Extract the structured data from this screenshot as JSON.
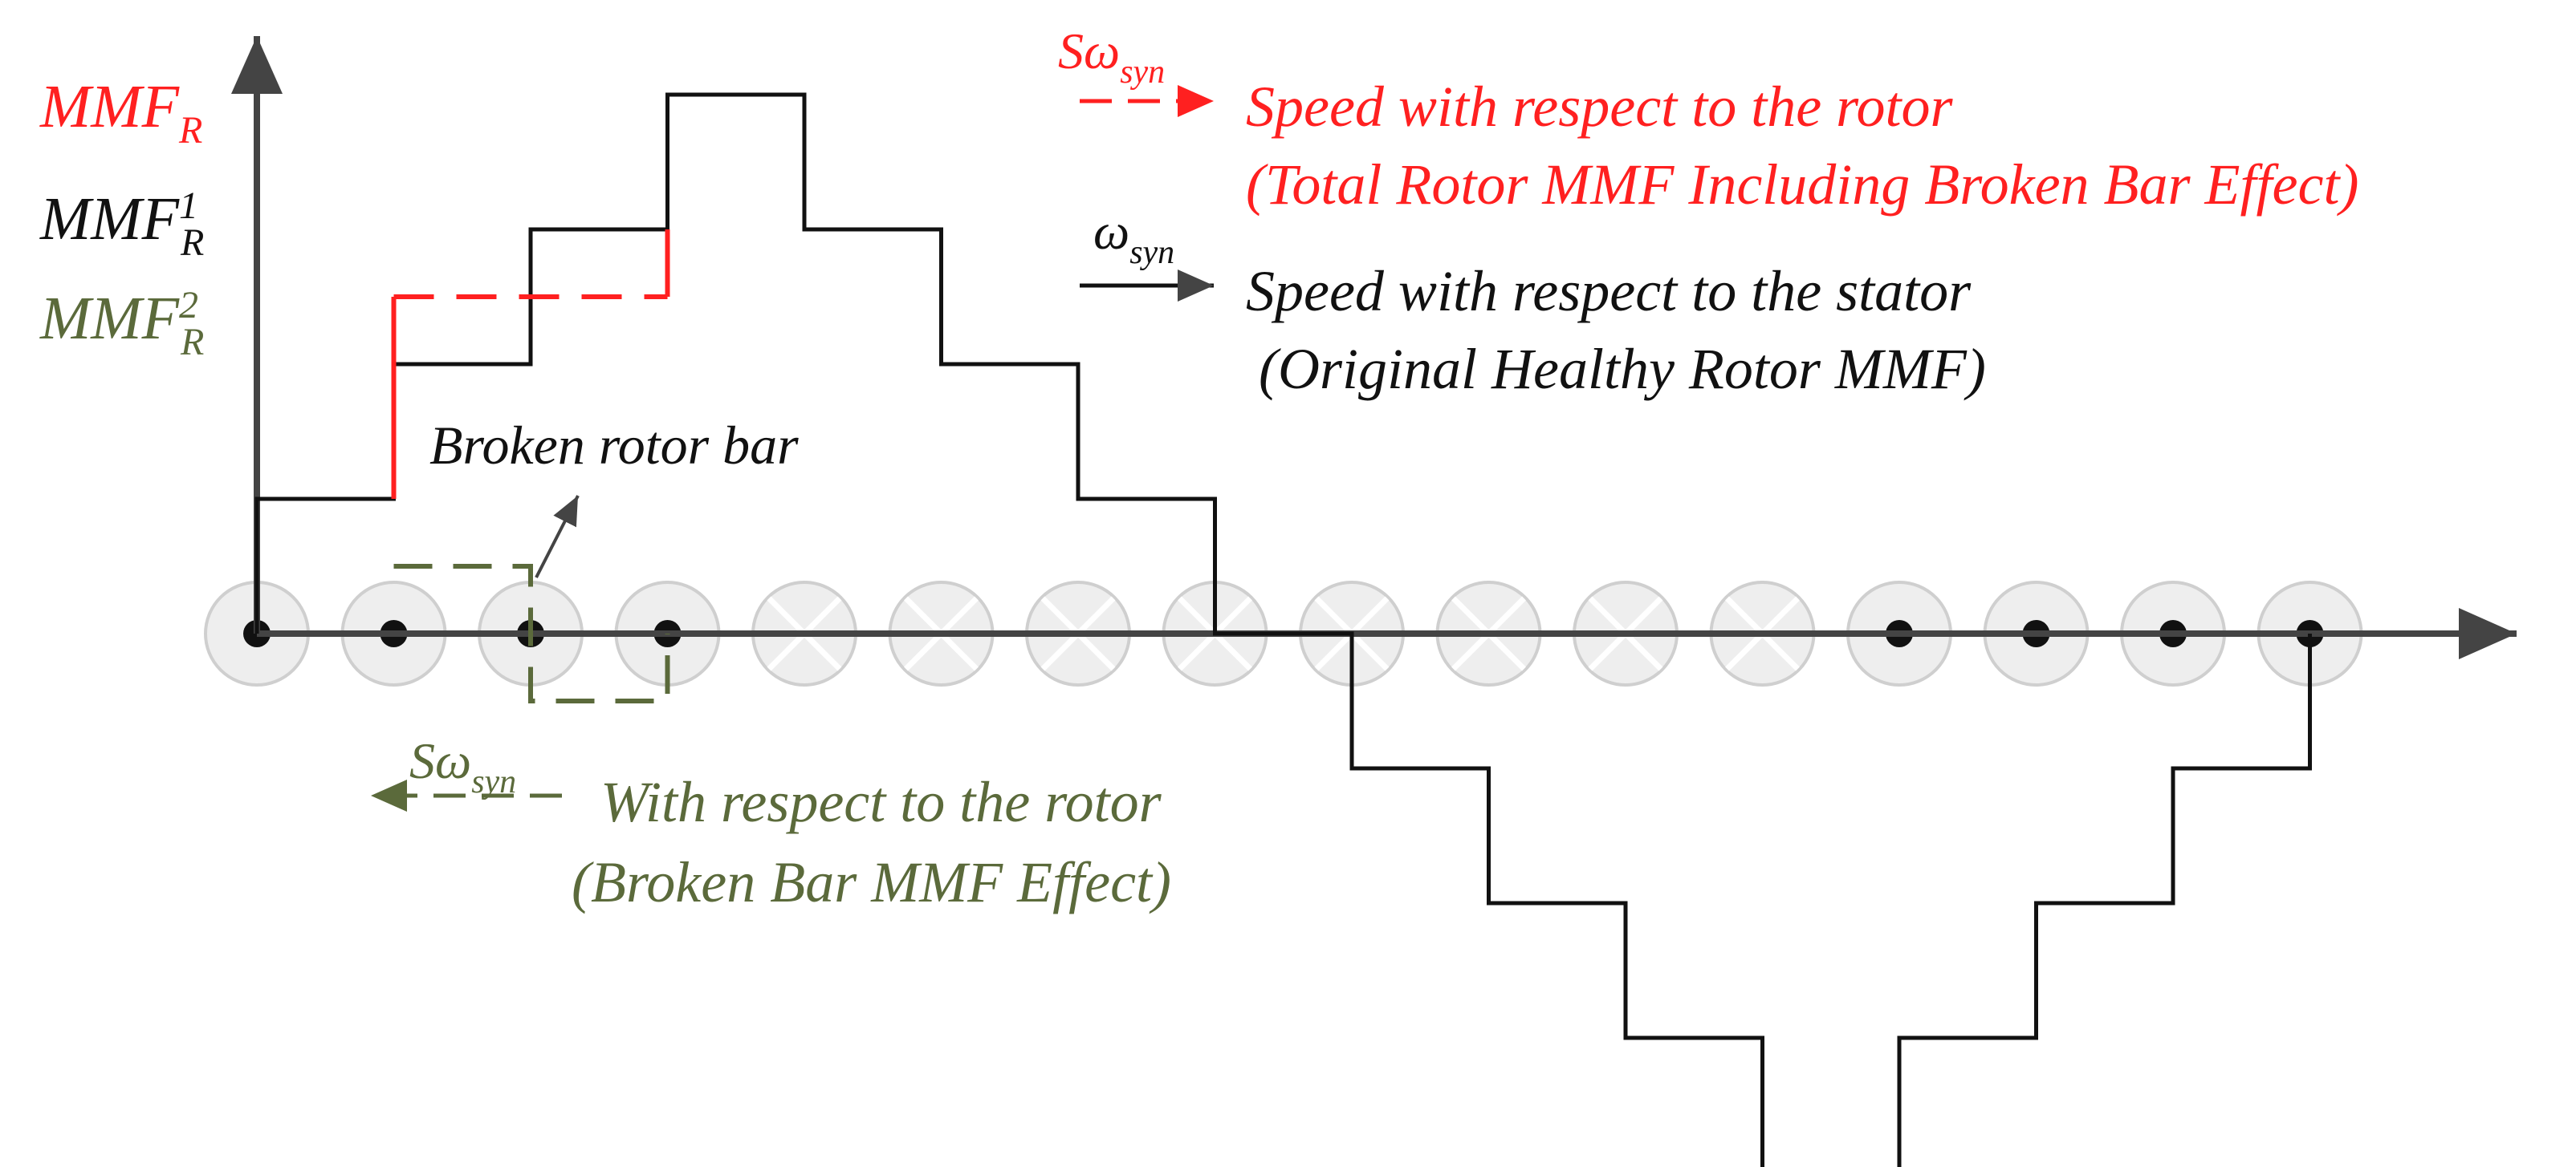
{
  "colors": {
    "black": "#111111",
    "red": "#ff2020",
    "olive": "#5b6a3b",
    "conductor_fill": "#eeeeee",
    "conductor_stroke": "#cfcfcf"
  },
  "y_axis_labels": {
    "mmf_r": {
      "main": "MMF",
      "sub": "R"
    },
    "mmf_1r": {
      "main": "MMF",
      "sup": "1",
      "sub": "R"
    },
    "mmf_2r": {
      "main": "MMF",
      "sup": "2",
      "sub": "R"
    }
  },
  "legend": {
    "rotor_speed": {
      "symbol": {
        "main": "Sω",
        "sub": "syn"
      },
      "line1": "Speed with respect to the rotor",
      "line2": "(Total Rotor MMF Including Broken Bar Effect)"
    },
    "stator_speed": {
      "symbol": {
        "main": "ω",
        "sub": "syn"
      },
      "line1": "Speed with respect to the stator",
      "line2": "(Original Healthy Rotor MMF)"
    },
    "broken_bar_speed": {
      "symbol": {
        "main": "Sω",
        "sub": "syn"
      },
      "line1": "With respect to the rotor",
      "line2": "(Broken Bar MMF Effect)"
    }
  },
  "annotations": {
    "broken_rotor_bar": "Broken rotor bar"
  },
  "conductors": [
    "dot",
    "dot",
    "dot",
    "dot",
    "cross",
    "cross",
    "cross",
    "cross",
    "cross",
    "cross",
    "cross",
    "cross",
    "dot",
    "dot",
    "dot",
    "dot"
  ],
  "healthy_mmf_levels": [
    1,
    2,
    3,
    4,
    3,
    2,
    1,
    0,
    -1,
    -2,
    -3,
    -4,
    -3,
    -2,
    -1,
    0
  ],
  "total_mmf_step_level": 2.5,
  "broken_bar_mmf_levels": [
    0,
    1,
    -1,
    0
  ]
}
